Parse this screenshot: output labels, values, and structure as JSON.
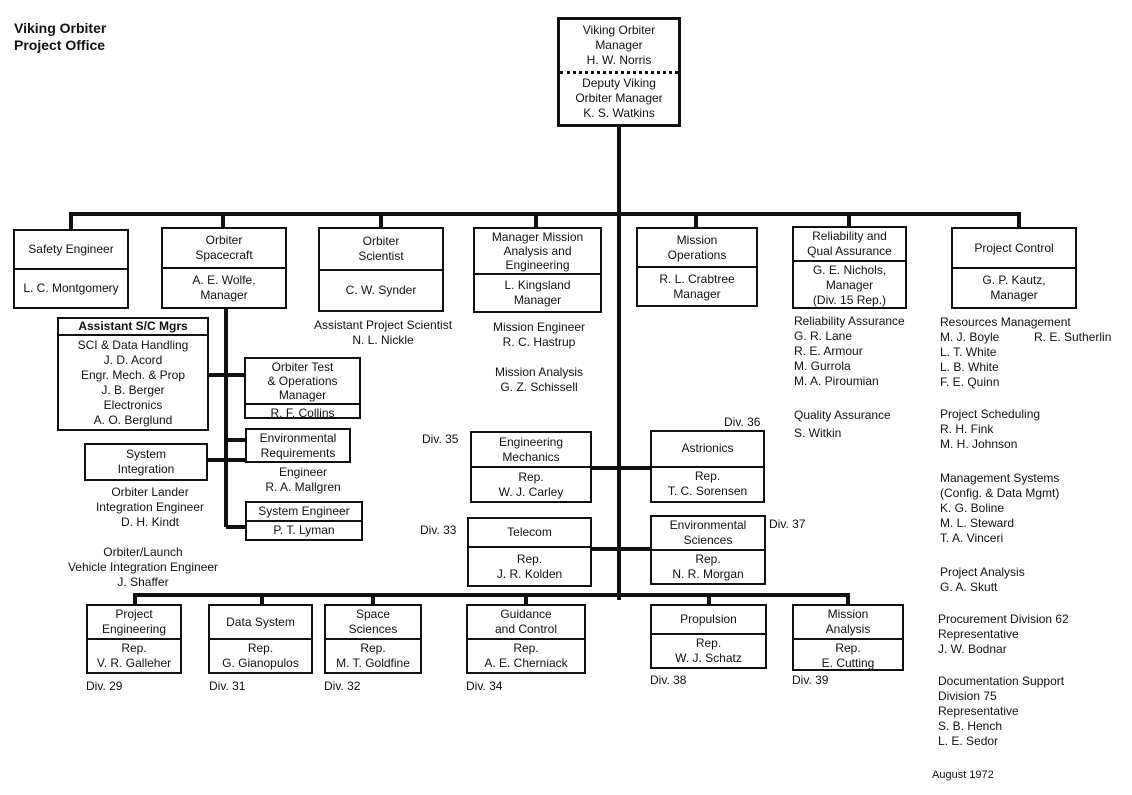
{
  "title": [
    "Viking Orbiter",
    "Project Office"
  ],
  "top": {
    "title": [
      "Viking Orbiter",
      "Manager"
    ],
    "name": "H. W. Norris",
    "deputy": [
      "Deputy Viking",
      "Orbiter Manager"
    ],
    "deputy_name": "K. S. Watkins"
  },
  "safety": {
    "title": "Safety Engineer",
    "name": "L. C. Montgomery"
  },
  "spacecraft": {
    "title": [
      "Orbiter",
      "Spacecraft"
    ],
    "name": [
      "A. E. Wolfe,",
      "Manager"
    ]
  },
  "scientist": {
    "title": [
      "Orbiter",
      "Scientist"
    ],
    "name": "C. W. Synder",
    "assistant": [
      "Assistant Project Scientist",
      "N. L. Nickle"
    ]
  },
  "mission_analysis": {
    "title": [
      "Manager Mission",
      "Analysis and",
      "Engineering"
    ],
    "name": [
      "L. Kingsland",
      "Manager"
    ],
    "engineer": [
      "Mission Engineer",
      "R. C. Hastrup"
    ],
    "analysis": [
      "Mission Analysis",
      "G. Z. Schissell"
    ]
  },
  "mission_ops": {
    "title": [
      "Mission",
      "Operations"
    ],
    "name": [
      "R. L. Crabtree",
      "Manager"
    ]
  },
  "reliability": {
    "title": [
      "Reliability and",
      "Qual Assurance"
    ],
    "name": [
      "G. E. Nichols,",
      "Manager",
      "(Div. 15 Rep.)"
    ],
    "ra_heading": "Reliability Assurance",
    "ra_names": [
      "G. R. Lane",
      "R. E. Armour",
      "M. Gurrola",
      "M. A. Piroumian"
    ],
    "qa_heading": "Quality Assurance",
    "qa_names": [
      "S. Witkin"
    ]
  },
  "project_control": {
    "title": "Project Control",
    "name": [
      "G. P. Kautz,",
      "Manager"
    ],
    "resources": {
      "heading": "Resources Management",
      "left": [
        "M. J. Boyle",
        "L. T. White",
        "L. B. White",
        "F. E. Quinn"
      ],
      "right": "R. E. Sutherlin"
    },
    "scheduling": {
      "heading": "Project Scheduling",
      "names": [
        "R. H. Fink",
        "M. H. Johnson"
      ]
    },
    "mgmt_systems": {
      "heading": [
        "Management Systems",
        "(Config. & Data Mgmt)"
      ],
      "names": [
        "K. G. Boline",
        "M. L. Steward",
        "T. A. Vinceri"
      ]
    },
    "analysis": {
      "heading": "Project Analysis",
      "names": [
        "G. A. Skutt"
      ]
    },
    "procurement": {
      "lines": [
        "Procurement Division 62",
        "Representative",
        "J. W. Bodnar"
      ]
    },
    "documentation": {
      "lines": [
        "Documentation Support",
        "Division 75",
        "Representative",
        "S. B. Hench",
        "L. E. Sedor"
      ]
    }
  },
  "assistant_sc": {
    "title": "Assistant S/C Mgrs",
    "lines": [
      "SCI & Data Handling",
      "J. D. Acord",
      "Engr. Mech. & Prop",
      "J. B. Berger",
      "Electronics",
      "A. O. Berglund"
    ]
  },
  "system_integration": {
    "title": [
      "System",
      "Integration"
    ],
    "lander": [
      "Orbiter Lander",
      "Integration Engineer",
      "D. H. Kindt"
    ],
    "launch": [
      "Orbiter/Launch",
      "Vehicle Integration Engineer",
      "J. Shaffer"
    ]
  },
  "orbiter_test": {
    "title": [
      "Orbiter Test",
      "& Operations",
      "Manager"
    ],
    "name": "R. F. Collins"
  },
  "env_req": {
    "title": [
      "Environmental",
      "Requirements"
    ],
    "engineer": [
      "Engineer",
      "R. A. Mallgren"
    ]
  },
  "system_engineer": {
    "title": "System Engineer",
    "name": "P. T. Lyman"
  },
  "divisions": {
    "eng_mech": {
      "div": "Div. 35",
      "title": [
        "Engineering",
        "Mechanics"
      ],
      "rep": [
        "Rep.",
        "W. J. Carley"
      ]
    },
    "astrionics": {
      "div": "Div. 36",
      "title": "Astrionics",
      "rep": [
        "Rep.",
        "T. C. Sorensen"
      ]
    },
    "telecom": {
      "div": "Div. 33",
      "title": "Telecom",
      "rep": [
        "Rep.",
        "J. R. Kolden"
      ]
    },
    "env_sci": {
      "div": "Div. 37",
      "title": [
        "Environmental",
        "Sciences"
      ],
      "rep": [
        "Rep.",
        "N. R. Morgan"
      ]
    },
    "proj_eng": {
      "div": "Div. 29",
      "title": [
        "Project",
        "Engineering"
      ],
      "rep": [
        "Rep.",
        "V. R. Galleher"
      ]
    },
    "data_sys": {
      "div": "Div. 31",
      "title": "Data System",
      "rep": [
        "Rep.",
        "G. Gianopulos"
      ]
    },
    "space_sci": {
      "div": "Div. 32",
      "title": [
        "Space",
        "Sciences"
      ],
      "rep": [
        "Rep.",
        "M. T. Goldfine"
      ]
    },
    "guidance": {
      "div": "Div. 34",
      "title": [
        "Guidance",
        "and Control"
      ],
      "rep": [
        "Rep.",
        "A. E. Cherniack"
      ]
    },
    "propulsion": {
      "div": "Div. 38",
      "title": "Propulsion",
      "rep": [
        "Rep.",
        "W. J. Schatz"
      ]
    },
    "mission_anal": {
      "div": "Div. 39",
      "title": [
        "Mission",
        "Analysis"
      ],
      "rep": [
        "Rep.",
        "E. Cutting"
      ]
    }
  },
  "date": "August 1972"
}
